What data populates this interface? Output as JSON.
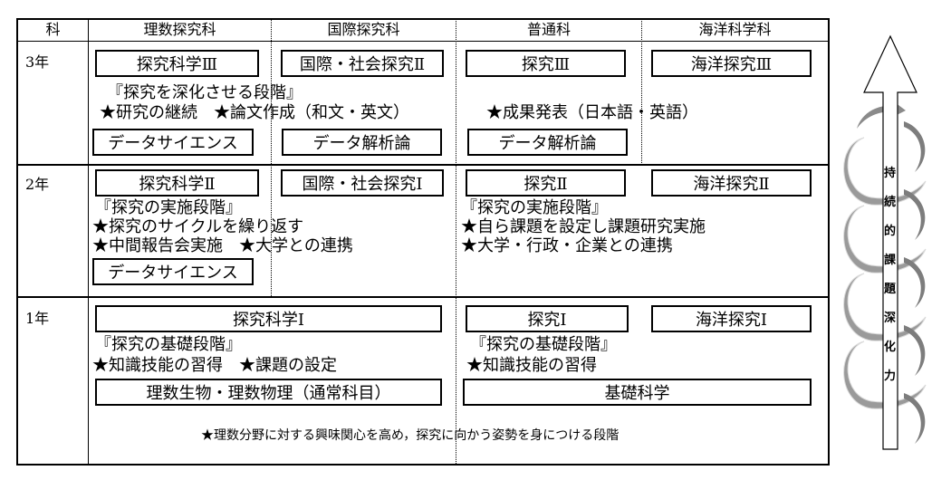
{
  "header": {
    "col_label": "科",
    "courses": [
      "理数探究科",
      "国際探究科",
      "普通科",
      "海洋科学科"
    ]
  },
  "years": [
    "3年",
    "2年",
    "1年"
  ],
  "year3": {
    "boxes": [
      "探究科学Ⅲ",
      "国際・社会探究Ⅱ",
      "探究Ⅲ",
      "海洋探究Ⅲ"
    ],
    "stage": "『探究を深化させる段階』",
    "items": [
      "★研究の継続　★論文作成（和文・英文）",
      "★成果発表（日本語・英語）"
    ],
    "box2": [
      "データサイエンス",
      "データ解析論",
      "データ解析論"
    ]
  },
  "year2": {
    "boxes": [
      "探究科学Ⅱ",
      "国際・社会探究Ⅰ",
      "探究Ⅱ",
      "海洋探究Ⅱ"
    ],
    "left_stage": "『探究の実施段階』",
    "left_items": [
      "★探究のサイクルを繰り返す",
      "★中間報告会実施　★大学との連携"
    ],
    "left_box": "データサイエンス",
    "right_stage": "『探究の実施段階』",
    "right_items": [
      "★自ら課題を設定し課題研究実施",
      "★大学・行政・企業との連携"
    ]
  },
  "year1": {
    "boxes": [
      "探究科学Ⅰ",
      "探究Ⅰ",
      "海洋探究Ⅰ"
    ],
    "left_stage": "『探究の基礎段階』",
    "left_items": "★知識技能の習得　★課題の設定",
    "right_stage": "『探究の基礎段階』",
    "right_items": "★知識技能の習得",
    "bottom_boxes": [
      "理数生物・理数物理（通常科目）",
      "基礎科学"
    ],
    "note": "★理数分野に対する興味関心を高め，探究に向かう姿勢を身につける段階"
  },
  "side_label": [
    "持",
    "続",
    "的",
    "課",
    "題",
    "深",
    "化",
    "力"
  ]
}
